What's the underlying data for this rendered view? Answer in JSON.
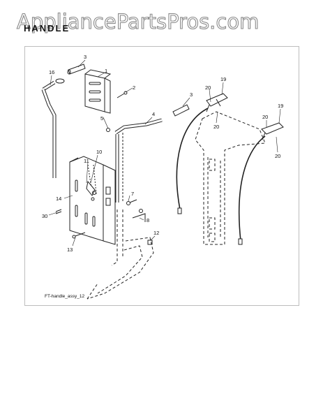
{
  "watermark": "AppliancePartsPros.com",
  "section_title": "HANDLE",
  "figure_caption": "FT-handle_assy_12",
  "callouts": {
    "c1": "1",
    "c2": "2",
    "c3a": "3",
    "c3b": "3",
    "c4": "4",
    "c5": "5",
    "c7": "7",
    "c8": "8",
    "c10": "10",
    "c11": "11",
    "c12": "12",
    "c13": "13",
    "c14": "14",
    "c16": "16",
    "c19a": "19",
    "c19b": "19",
    "c20a": "20",
    "c20b": "20",
    "c20c": "20",
    "c20d": "20",
    "c30": "30"
  }
}
